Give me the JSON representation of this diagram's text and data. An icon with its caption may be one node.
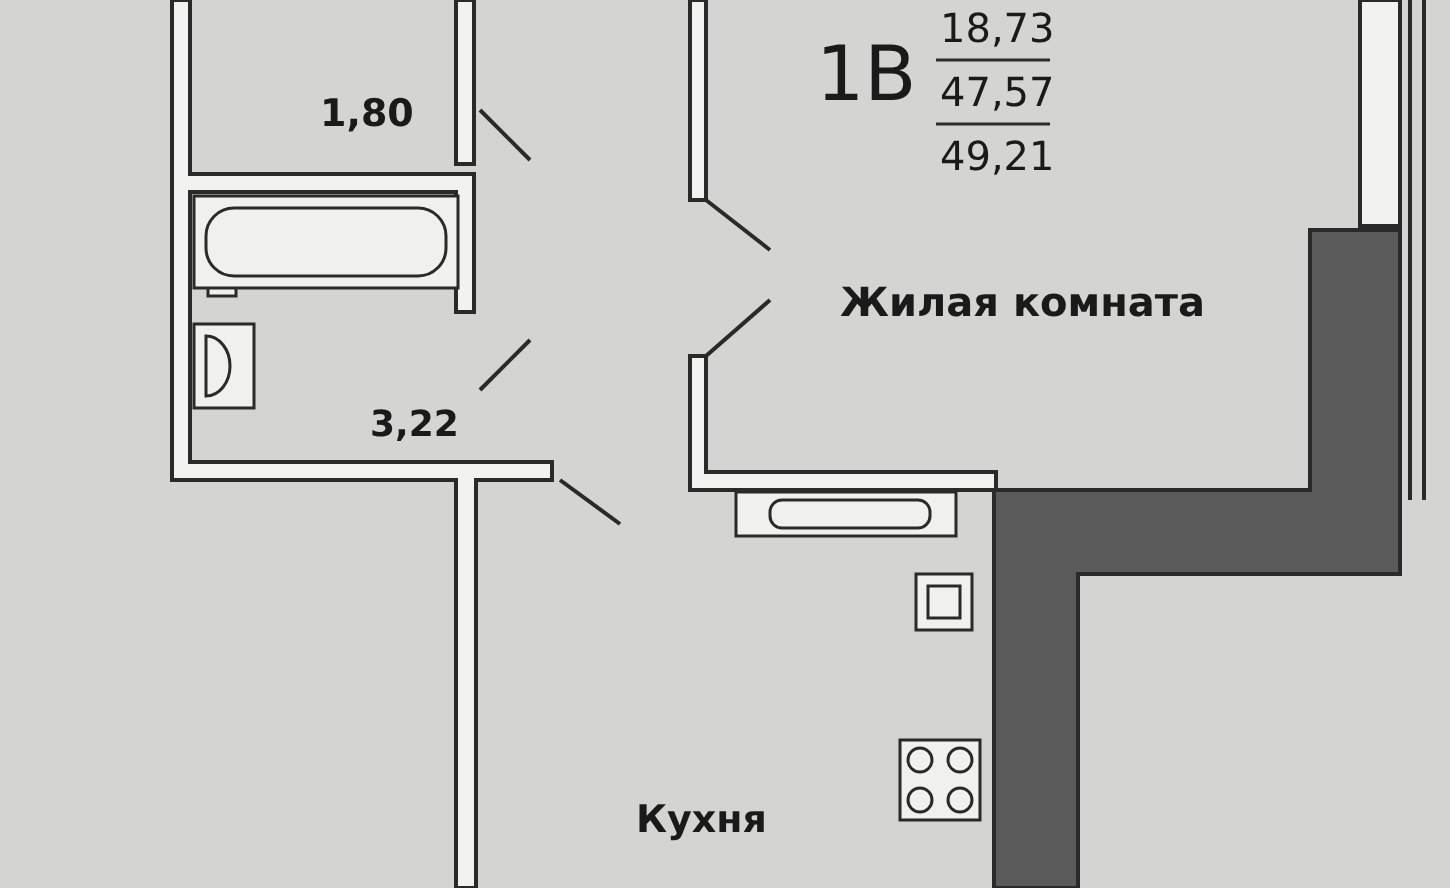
{
  "diagram": {
    "labels": [
      "1В",
      "18,73",
      "47,57",
      "49,21",
      "1,80",
      "Жилая комната",
      "3,22",
      "Кухня"
    ]
  }
}
